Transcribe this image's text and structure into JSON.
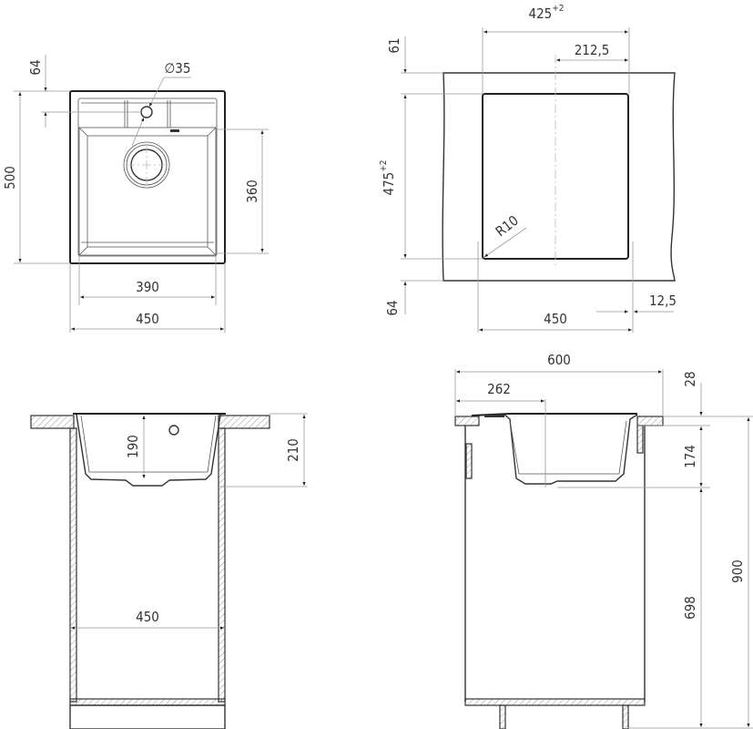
{
  "drawing": {
    "type": "technical-diagram",
    "subject": "kitchen sink installation drawing"
  },
  "top_view": {
    "overall_width": "450",
    "bowl_width": "390",
    "overall_depth": "500",
    "bowl_depth": "360",
    "tap_hole_offset": "64",
    "tap_hole_diameter": "∅35"
  },
  "cutout_view": {
    "cutout_width": "425",
    "cutout_width_tolerance": "+2",
    "half_width": "212,5",
    "top_offset": "61",
    "cutout_depth": "475",
    "cutout_depth_tolerance": "+2",
    "corner_radius": "R10",
    "bottom_offset": "64",
    "sink_width": "450",
    "side_offset": "12,5"
  },
  "front_section": {
    "bowl_depth": "190",
    "total_depth": "210",
    "cabinet_inner_width": "450"
  },
  "side_section": {
    "cabinet_depth": "600",
    "drain_offset": "262",
    "countertop_thickness": "28",
    "bowl_below_counter": "174",
    "floor_to_bowl": "698",
    "total_height": "900"
  }
}
